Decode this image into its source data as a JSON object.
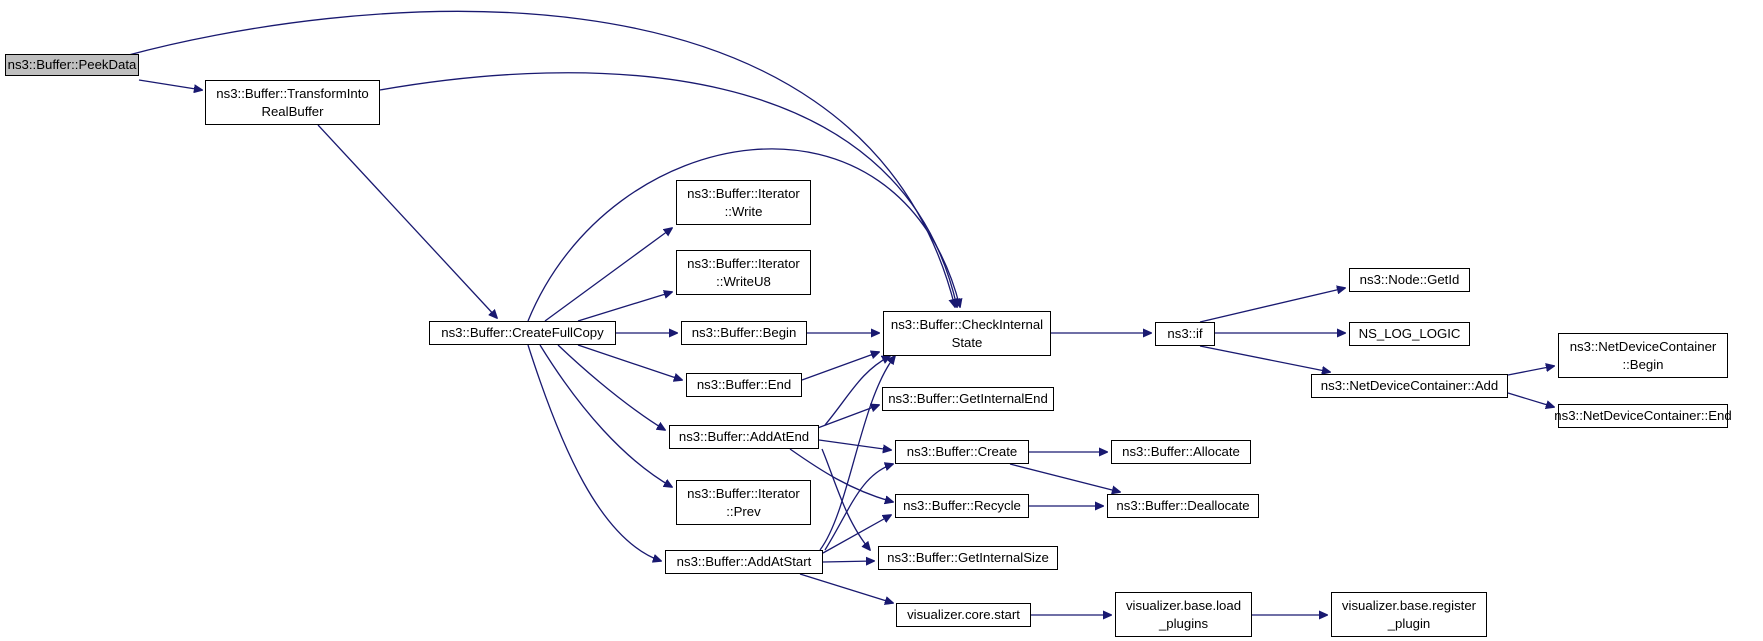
{
  "colors": {
    "edge": "#191970",
    "border": "#000000",
    "root_fill": "#bfbfbf",
    "node_fill": "#ffffff"
  },
  "nodes": [
    {
      "id": "peekdata",
      "label": "ns3::Buffer::PeekData",
      "root": true
    },
    {
      "id": "transform",
      "label": "ns3::Buffer::TransformInto\nRealBuffer"
    },
    {
      "id": "createfullcopy",
      "label": "ns3::Buffer::CreateFullCopy"
    },
    {
      "id": "iterwrite",
      "label": "ns3::Buffer::Iterator\n::Write"
    },
    {
      "id": "iterwriteu8",
      "label": "ns3::Buffer::Iterator\n::WriteU8"
    },
    {
      "id": "begin",
      "label": "ns3::Buffer::Begin"
    },
    {
      "id": "end",
      "label": "ns3::Buffer::End"
    },
    {
      "id": "addatend",
      "label": "ns3::Buffer::AddAtEnd"
    },
    {
      "id": "iterprev",
      "label": "ns3::Buffer::Iterator\n::Prev"
    },
    {
      "id": "addatstart",
      "label": "ns3::Buffer::AddAtStart"
    },
    {
      "id": "checkinternal",
      "label": "ns3::Buffer::CheckInternal\nState"
    },
    {
      "id": "getinternalend",
      "label": "ns3::Buffer::GetInternalEnd"
    },
    {
      "id": "create",
      "label": "ns3::Buffer::Create"
    },
    {
      "id": "recycle",
      "label": "ns3::Buffer::Recycle"
    },
    {
      "id": "getinternalsize",
      "label": "ns3::Buffer::GetInternalSize"
    },
    {
      "id": "corestart",
      "label": "visualizer.core.start"
    },
    {
      "id": "nsif",
      "label": "ns3::if"
    },
    {
      "id": "nodegetid",
      "label": "ns3::Node::GetId"
    },
    {
      "id": "nslog",
      "label": "NS_LOG_LOGIC"
    },
    {
      "id": "ndcadd",
      "label": "ns3::NetDeviceContainer::Add"
    },
    {
      "id": "ndcbegin",
      "label": "ns3::NetDeviceContainer\n::Begin"
    },
    {
      "id": "ndcend",
      "label": "ns3::NetDeviceContainer::End"
    },
    {
      "id": "allocate",
      "label": "ns3::Buffer::Allocate"
    },
    {
      "id": "deallocate",
      "label": "ns3::Buffer::Deallocate"
    },
    {
      "id": "loadplugins",
      "label": "visualizer.base.load\n_plugins"
    },
    {
      "id": "registerplugin",
      "label": "visualizer.base.register\n_plugin"
    }
  ],
  "edges": [
    {
      "from": "peekdata",
      "to": "transform"
    },
    {
      "from": "peekdata",
      "to": "checkinternal"
    },
    {
      "from": "transform",
      "to": "checkinternal"
    },
    {
      "from": "transform",
      "to": "createfullcopy"
    },
    {
      "from": "createfullcopy",
      "to": "checkinternal"
    },
    {
      "from": "createfullcopy",
      "to": "iterwrite"
    },
    {
      "from": "createfullcopy",
      "to": "iterwriteu8"
    },
    {
      "from": "createfullcopy",
      "to": "begin"
    },
    {
      "from": "createfullcopy",
      "to": "end"
    },
    {
      "from": "createfullcopy",
      "to": "addatend"
    },
    {
      "from": "createfullcopy",
      "to": "iterprev"
    },
    {
      "from": "createfullcopy",
      "to": "addatstart"
    },
    {
      "from": "begin",
      "to": "checkinternal"
    },
    {
      "from": "end",
      "to": "checkinternal"
    },
    {
      "from": "addatend",
      "to": "checkinternal"
    },
    {
      "from": "addatend",
      "to": "getinternalend"
    },
    {
      "from": "addatend",
      "to": "create"
    },
    {
      "from": "addatend",
      "to": "recycle"
    },
    {
      "from": "addatend",
      "to": "getinternalsize"
    },
    {
      "from": "addatstart",
      "to": "checkinternal"
    },
    {
      "from": "addatstart",
      "to": "create"
    },
    {
      "from": "addatstart",
      "to": "recycle"
    },
    {
      "from": "addatstart",
      "to": "getinternalsize"
    },
    {
      "from": "addatstart",
      "to": "corestart"
    },
    {
      "from": "checkinternal",
      "to": "nsif"
    },
    {
      "from": "nsif",
      "to": "nodegetid"
    },
    {
      "from": "nsif",
      "to": "nslog"
    },
    {
      "from": "nsif",
      "to": "ndcadd"
    },
    {
      "from": "ndcadd",
      "to": "ndcbegin"
    },
    {
      "from": "ndcadd",
      "to": "ndcend"
    },
    {
      "from": "create",
      "to": "allocate"
    },
    {
      "from": "create",
      "to": "deallocate"
    },
    {
      "from": "recycle",
      "to": "deallocate"
    },
    {
      "from": "corestart",
      "to": "loadplugins"
    },
    {
      "from": "loadplugins",
      "to": "registerplugin"
    }
  ]
}
